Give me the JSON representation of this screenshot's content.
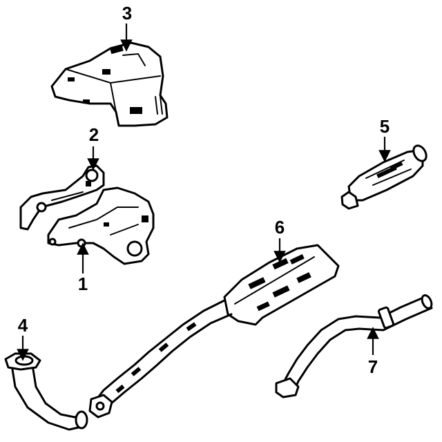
{
  "colors": {
    "ink": "#000000",
    "background": "#ffffff"
  },
  "callouts": [
    {
      "number": "1",
      "part": "exhaust-manifold"
    },
    {
      "number": "2",
      "part": "manifold-gasket"
    },
    {
      "number": "3",
      "part": "heat-shield"
    },
    {
      "number": "4",
      "part": "front-pipe"
    },
    {
      "number": "5",
      "part": "catalytic-converter"
    },
    {
      "number": "6",
      "part": "muffler-assembly"
    },
    {
      "number": "7",
      "part": "tail-pipe"
    }
  ]
}
